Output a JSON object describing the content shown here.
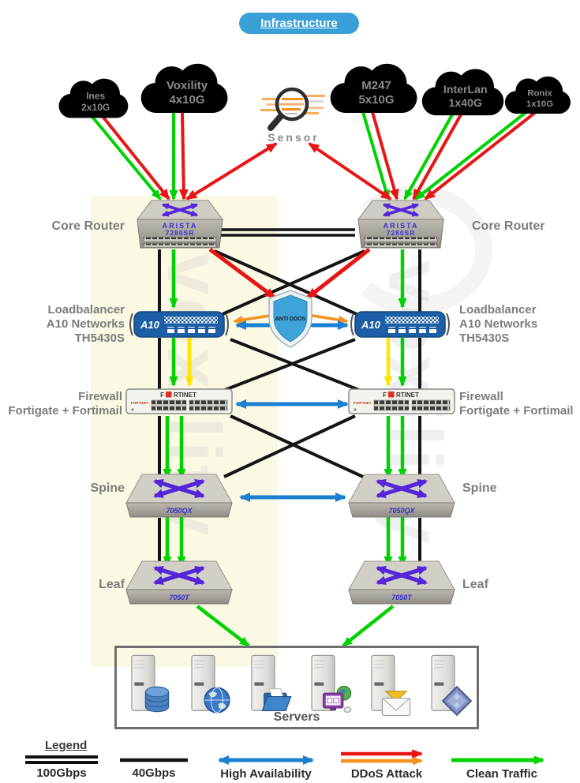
{
  "title": "Infrastructure",
  "watermark": "voxility",
  "clouds": [
    {
      "name": "Ines",
      "capacity": "2x10G"
    },
    {
      "name": "Voxility",
      "capacity": "4x10G"
    },
    {
      "name": "M247",
      "capacity": "5x10G"
    },
    {
      "name": "InterLan",
      "capacity": "1x40G"
    },
    {
      "name": "Ronix",
      "capacity": "1x10G"
    }
  ],
  "sensor": {
    "label": "Sensor"
  },
  "devices": {
    "core_router": {
      "label": "Core Router",
      "brand": "ARISTA",
      "model": "7280SR"
    },
    "loadbalancer": {
      "label_line1": "Loadbalancer",
      "label_line2": "A10 Networks",
      "label_line3": "TH5430S",
      "logo": "A10"
    },
    "anti_ddos": {
      "label": "ANTI DDOS"
    },
    "firewall": {
      "label_line1": "Firewall",
      "label_line2": "Fortigate + Fortimail",
      "logo_prefix": "F",
      "logo_suffix": "RTINET",
      "logo_small": "FORTINET"
    },
    "spine": {
      "label": "Spine",
      "model": "7050QX"
    },
    "leaf": {
      "label": "Leaf",
      "model": "7050T"
    },
    "servers": {
      "label": "Servers"
    }
  },
  "legend": {
    "title": "Legend",
    "items": [
      {
        "label": "100Gbps",
        "style": "double-black-line"
      },
      {
        "label": "40Gbps",
        "style": "single-black-line"
      },
      {
        "label": "High Availability",
        "style": "blue-double-arrow"
      },
      {
        "label": "DDoS Attack",
        "style": "red-orange-arrows"
      },
      {
        "label": "Clean Traffic",
        "style": "green-arrow"
      }
    ]
  },
  "colors": {
    "clean_traffic_green": "#00d200",
    "ddos_red": "#e81515",
    "ddos_orange": "#f5911e",
    "high_availability_blue": "#1a7fd0",
    "link_black": "#141414",
    "inspect_yellow": "#ffe400",
    "title_blue": "#3aa0d8",
    "shield_blue": "#3fa2d8",
    "a10_blue": "#1b5ea6",
    "switch_arrow_purple": "#5526d9",
    "label_gray": "#7d7d7d",
    "highlight_band": "#fbf9e3"
  }
}
